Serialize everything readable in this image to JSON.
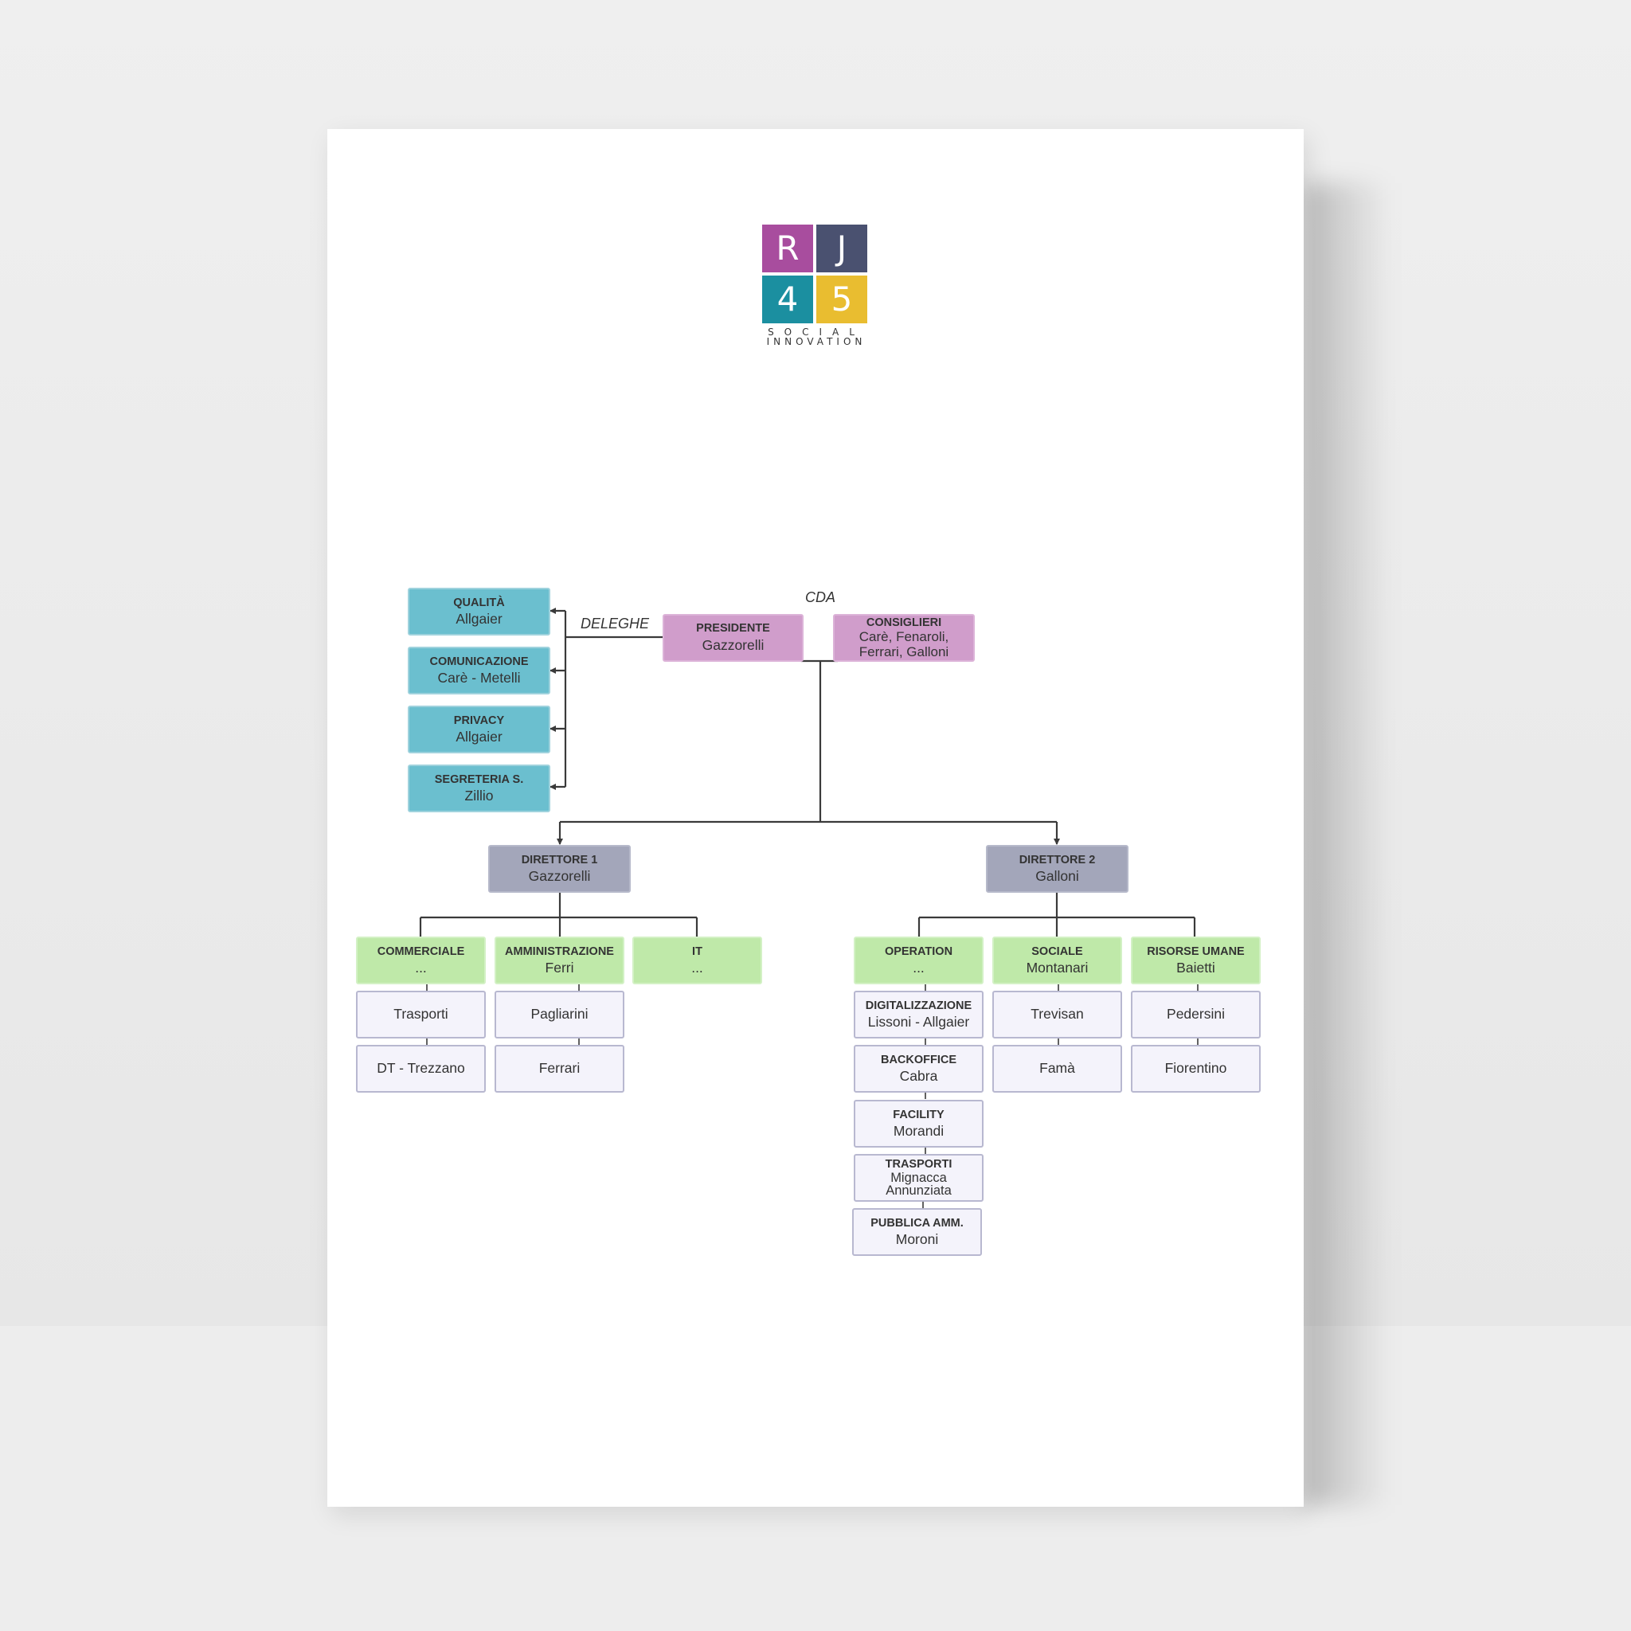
{
  "logo": {
    "letters": [
      "R",
      "J",
      "4",
      "5"
    ],
    "tagline_top": "SOCIAL",
    "tagline_bottom": "INNOVATION",
    "colors": {
      "R": "#a84d9e",
      "J": "#4a5170",
      "4": "#1b8fa0",
      "5": "#e9bd30"
    }
  },
  "labels": {
    "cda": "CDA",
    "deleghe": "DELEGHE"
  },
  "board": {
    "presidente": {
      "title": "PRESIDENTE",
      "name": "Gazzorelli"
    },
    "consiglieri": {
      "title": "CONSIGLIERI",
      "names": [
        "Carè, Fenaroli,",
        "Ferrari, Galloni"
      ]
    }
  },
  "delegations": [
    {
      "title": "QUALITÀ",
      "name": "Allgaier"
    },
    {
      "title": "COMUNICAZIONE",
      "name": "Carè - Metelli"
    },
    {
      "title": "PRIVACY",
      "name": "Allgaier"
    },
    {
      "title": "SEGRETERIA S.",
      "name": "Zillio"
    }
  ],
  "directors": [
    {
      "title": "DIRETTORE 1",
      "name": "Gazzorelli"
    },
    {
      "title": "DIRETTORE 2",
      "name": "Galloni"
    }
  ],
  "departments_d1": [
    {
      "title": "COMMERCIALE",
      "name": "...",
      "members": [
        "Trasporti",
        "DT - Trezzano"
      ]
    },
    {
      "title": "AMMINISTRAZIONE",
      "name": "Ferri",
      "members": [
        "Pagliarini",
        "Ferrari"
      ]
    },
    {
      "title": "IT",
      "name": "...",
      "members": []
    }
  ],
  "departments_d2": [
    {
      "title": "OPERATION",
      "name": "...",
      "units": [
        {
          "title": "DIGITALIZZAZIONE",
          "name": "Lissoni - Allgaier"
        },
        {
          "title": "BACKOFFICE",
          "name": "Cabra"
        },
        {
          "title": "FACILITY",
          "name": "Morandi"
        },
        {
          "title": "TRASPORTI",
          "names": [
            "Mignacca",
            "Annunziata"
          ]
        },
        {
          "title": "PUBBLICA AMM.",
          "name": "Moroni"
        }
      ]
    },
    {
      "title": "SOCIALE",
      "name": "Montanari",
      "members": [
        "Trevisan",
        "Famà"
      ]
    },
    {
      "title": "RISORSE UMANE",
      "name": "Baietti",
      "members": [
        "Pedersini",
        "Fiorentino"
      ]
    }
  ],
  "colors": {
    "delegation": "#6bbfcf",
    "board": "#d09dcb",
    "director": "#a3a6ba",
    "department": "#bfe9a9",
    "member": "#f4f3fb",
    "line": "#3a3a3a"
  }
}
